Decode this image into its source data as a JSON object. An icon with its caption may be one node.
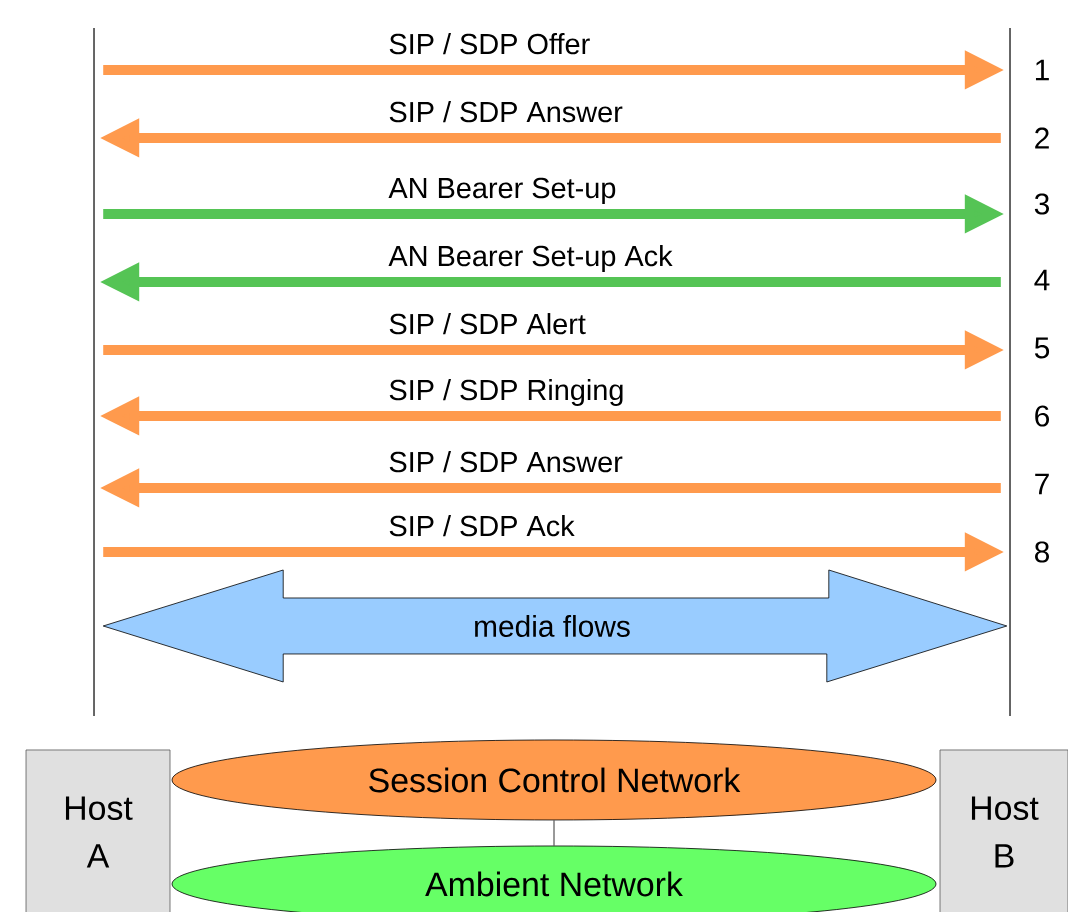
{
  "diagram": {
    "nodes": [
      {
        "text": [
          "Host A"
        ]
      },
      {
        "text": [
          "Host B"
        ]
      },
      {
        "text": [
          "Session Control Network"
        ]
      },
      {
        "text": [
          "Ambient Network"
        ]
      },
      {
        "text": [],
        "shape": "bar"
      },
      {
        "text": [],
        "shape": "bar"
      }
    ],
    "edges": [
      {
        "from": 4,
        "to": 5,
        "arrow": "to",
        "label": "SIP / SDP Offer"
      },
      {
        "from": 5,
        "to": 4,
        "arrow": "to",
        "label": "SIP / SDP Answer"
      },
      {
        "from": 4,
        "to": 5,
        "arrow": "to",
        "label": "AN Bearer Set-up",
        "color": "#55c455"
      },
      {
        "from": 5,
        "to": 4,
        "arrow": "to",
        "label": "AN Bearer Set-up Ack",
        "color": "#55c455"
      },
      {
        "from": 4,
        "to": 5,
        "arrow": "to",
        "label": "SIP / SDP Alert"
      },
      {
        "from": 5,
        "to": 4,
        "arrow": "to",
        "label": "SIP / SDP Ringing"
      },
      {
        "from": 5,
        "to": 4,
        "arrow": "to",
        "label": "SIP / SDP Answer"
      },
      {
        "from": 4,
        "to": 5,
        "arrow": "to",
        "label": "SIP / SDP Ack"
      },
      {
        "from": 4,
        "to": 5,
        "arrow": "both",
        "label": "media flows",
        "style": "thick",
        "color": "#99ccff"
      },
      {
        "from": 2,
        "to": 3,
        "arrow": "none",
        "color": "#000000"
      }
    ],
    "labels": [
      "1",
      "2",
      "3",
      "4",
      "5",
      "6",
      "7",
      "8"
    ]
  }
}
